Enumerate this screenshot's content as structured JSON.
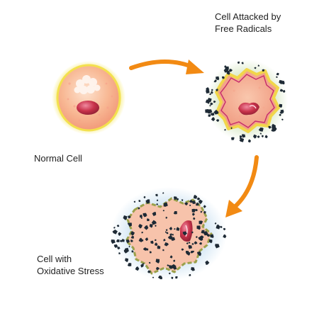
{
  "labels": {
    "normal_cell": "Normal Cell",
    "attacked_title": [
      "Cell Attacked by",
      "Free Radicals"
    ],
    "oxidative_title": [
      "Cell with",
      "Oxidative Stress"
    ]
  },
  "colors": {
    "arrow": "#f28a13",
    "normal_cell_fill": "#f6a88a",
    "normal_cell_rim": "#f4e25a",
    "nucleus": "#c8324a",
    "stressed_cell_fill": "#f7c3ab",
    "radical_particles": "#1e2a35",
    "blue_glow": "#bcd7ec"
  },
  "icons": [
    "orange-curved-arrow",
    "free-radical-particles"
  ]
}
